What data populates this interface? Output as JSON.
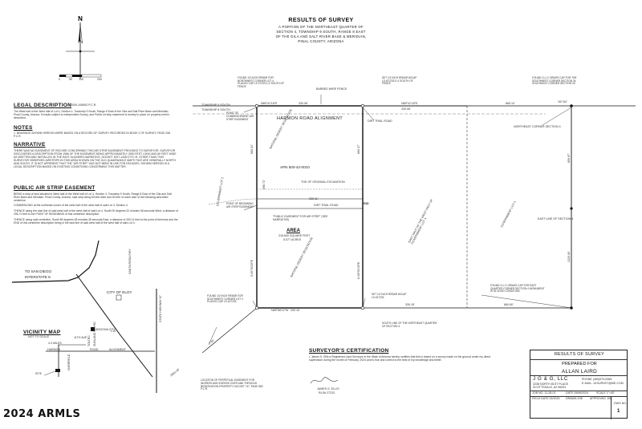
{
  "title": {
    "main": "RESULTS OF SURVEY",
    "lines": [
      "A PORTION OF THE NORTHEAST QUARTER OF",
      "SECTION 4, TOWNSHIP 9 SOUTH, RANGE 8 EAST",
      "OF THE GILA AND SALT RIVER BASE & MERIDIAN,",
      "PINAL COUNTY, ARIZONA"
    ]
  },
  "legal": {
    "heading": "LEGAL DESCRIPTION",
    "ref": "2009-106063 P.C.R.",
    "body": "The West half of the West half of Lot 4, Section 4, Township 9 South, Range 8 East of the Gila and Salt River Base and Meridian, Pinal County, Arizona. Excepts subject to Independent Survey, and Public oil strip easement is hereby in place on property herein described."
  },
  "notes": {
    "heading": "NOTES",
    "body": "1. BEARINGS SHOWN HEREON WERE BASED ON A RECORD OF SURVEY RECORDED IN BOOK 2 OF SURVEY, PAGE 208 P.C.R."
  },
  "narrative": {
    "heading": "NARRATIVE",
    "body": "THERE WAS NO EASEMENT OF RECORD CONCERNING THIS AIR STRIP EASEMENT PROVIDED TO SURVEYOR. SURVEYOR DISCOVERED A DESCRIPTION FROM 1986 OF THE EASEMENT BEING APPROXIMATELY 3000 FEET LONG AND 60 FEET WIDE AS WRITTEN AND INSTALLED IN THE EAST ALIGNERS NARRATIVE, DOCKET 2007-134572 P.C.R. OTHER THAN THAT SURVEYOR OBSERVED AIRSTRIPS IN THIS AREA SHOWN ON THE OLD QUADRANGLE MAPS THAT ARE GENERALLY NORTH AND SOUTH. IT IS NOT APPARENT THAT THE \"AIR STRIP\" HAS NOT BEEN IN USE FOR DECADES. SHOWN HEREON IS A LEGAL DESCRIPTION BASED ON EXISTING CONDITIONS CONCERNING THIS MATTER."
  },
  "easement": {
    "heading": "PUBLIC AIR STRIP EASEMENT",
    "body1": "BEING a strip of land situated in West half of the West half of Lot 4, Section 4, Township 9 South, Range 8 East of the Gila and Salt River Base and Meridian, Pinal County, Arizona, said strip being 60 feet wide and 30 feet on each side of the following described centerline.",
    "body2": "COMMENCING at the northeast corner of the west half of the west half of said Lot 4, Section 4.",
    "body3": "THENCE along the east line of said west half of the west half of said Lot 4, South 00 degrees 02 minutes 56 seconds West, a distance of 296.72 feet to the POINT OF BEGINNING of this centerline description.",
    "body4": "THENCE along said centerline, South 89 degrees 48 minutes 48 seconds East, a distance of 330.11 feet to the point of terminus and the END of this centerline description being in the east line of said west half of the west half of said Lot 4."
  },
  "vicinity": {
    "heading": "VICINITY MAP",
    "sub": "NOT TO SCALE",
    "labels": {
      "san_diego": "TO SAN DIEGO",
      "interstate": "INTERSTATE 8",
      "eloy": "CITY OF ELOY",
      "arizona_city": "ARIZONA CITY",
      "harmon": "HARMON",
      "road": "ROAD",
      "alignment": "ALIGNMENT",
      "site": "SITE",
      "freeway": "SANTA ROSA FWY",
      "highway": "STATE HIGHWAY 87",
      "miles": "4.3 MILES",
      "sunland": "SUNLAND GIN RD",
      "toltec": "TOLTEC",
      "overfield": "OVERFIELD",
      "ihwy": "I-10",
      "eleven": "11TH AVE"
    }
  },
  "map": {
    "township_line_w": "TOWNSHIP 9 SOUTH",
    "township_line_w2": "TOWNSHIP 8 SOUTH",
    "bearing_top": "N89°41'18\"E",
    "dist_top": "330.08'",
    "bearing_top_r": "N89°41'18\"E",
    "dist_top_r": "330.08'",
    "dist_far": "660.10'",
    "dist_corner": "167.64'",
    "harmon": "HARMON ROAD ALIGNMENT",
    "apn": "APN 500-42-0010",
    "area_head": "AREA",
    "area_sqft": "218,840 SQUARE FEET",
    "area_ac": "5.077 ACRES",
    "bearing_bottom": "N89°58'12\"W",
    "dist_bottom": "330.15'",
    "dist_bottom_r": "330.15'",
    "dist_bottom_far": "660.60'",
    "west_bearing": "S.00°03'25\"E",
    "east_bearing": "N.00°03'25\"E",
    "west_dist": "660.34'",
    "east_dist": "660.37'",
    "right_dist": "659.97'",
    "right_dist2": "1320.00'",
    "dist_296": "296.72'",
    "dist_330": "330.11'",
    "end": "END",
    "pob": "POINT OF BEGINNING AIR STRIP EASEMENT",
    "poc": "POINT OF COMMENCEMENT AIR STRIP EASEMENT",
    "toe": "TOE OF ORIGINAL EXCAVATION",
    "dirt_trail": "DIRT TRAIL ROAD",
    "dirt_trail2": "DIRT TRAIL ROAD",
    "public_ease": "\"PUBLIC EASEMENT FOR AIR STRIP\" (SEE NARRATIVE)",
    "nat_veg": "NATURAL DESERT VEGETATION",
    "nat_veg2": "NATURAL DESERT VEGETATION",
    "gov_lot": "GOVERNMENT LOT 2",
    "east_half": "EAST HALF OF THE WEST HALF OF GOVERNMENT LOT 4",
    "gov_lot4": "GOVERNMENT LOT 4",
    "east_line": "EAST LINE OF SECTION 4",
    "ne_corner": "NORTHEAST CORNER SECTION 4",
    "found_nw": "FOUND 1/2 INCH REBAR FOR NORTHWEST CORNER LOT 4 PLACED CAP LS 27233 0.4' SOUTH OF FENCE",
    "barbed": "BARBED WIRE FENCE",
    "set_ne": "SET 1/2 INCH REBAR W/CAP LS #27233 0.4' SOUTH OF FENCE",
    "found_gldo": "FOUND G.L.O. BRASS CAP FOR THE SOUTHWEST CORNER SECTION 34 SOUTHEAST CORNER SECTION 33",
    "found_sw": "FOUND 1/2 INCH REBAR FOR SOUTHWEST CORNER LOT 4 PLACED CAP LS #27233",
    "set_se": "SET 1/2 INCH REBAR W/CAP LS #27233",
    "found_east": "FOUND G.L.O. BRASS CAP FOR EAST QUARTER CORNER SECTION 4 MONUMENT IS IN GOOD CONDITION.",
    "south_line": "SOUTH LINE OF THE NORTHEAST QUARTER OF SECTION 4",
    "perpetual": "LOCATION OF PERPETUAL EASEMENT FOR INGRESS AND EGRESS OVER AND THROUGH RESERVATION PROPERTY DOCKET 747, PAGE 583 P.C.R.",
    "dist_diag": "2963.45'",
    "dist_diag2": "7.64'",
    "scale_labels": [
      "0",
      "50",
      "100",
      "200"
    ]
  },
  "cert": {
    "heading": "SURVEYOR'S CERTIFICATION",
    "body": "I, James G. Ellis a Registered Land Surveyor in the State of Arizona hereby certifies that this is based on a survey made on the ground under my direct supervision during the month of February, 2024 and is true and correct to the best of my knowledge and belief.",
    "sig": "JAMES G. ELLIS",
    "reg": "RLS# 27233"
  },
  "titleblock": {
    "head": "RESULTS OF SURVEY",
    "prepared": "PREPARED FOR",
    "client": "ALLAN LAIRD",
    "firm": "J G & G, LLC",
    "addr1": "3238 NORTH 81ST PLACE",
    "addr2": "SCOTTSDALE, AZ 85251",
    "phone": "PHONE (480)570-6385",
    "email": "E-MAIL: JGSURVEY@ME.COM",
    "row1": [
      "JOB NO. 11-28-01",
      "DATE 05/06/2024",
      "SCALE 1\"=40'",
      ""
    ],
    "row2": [
      "FIELD DATE 02/2024",
      "DRAWN JGE",
      "APPROVED JGE",
      "DWG NO."
    ],
    "sheet": "1"
  },
  "watermark": "2024 ARMLS"
}
